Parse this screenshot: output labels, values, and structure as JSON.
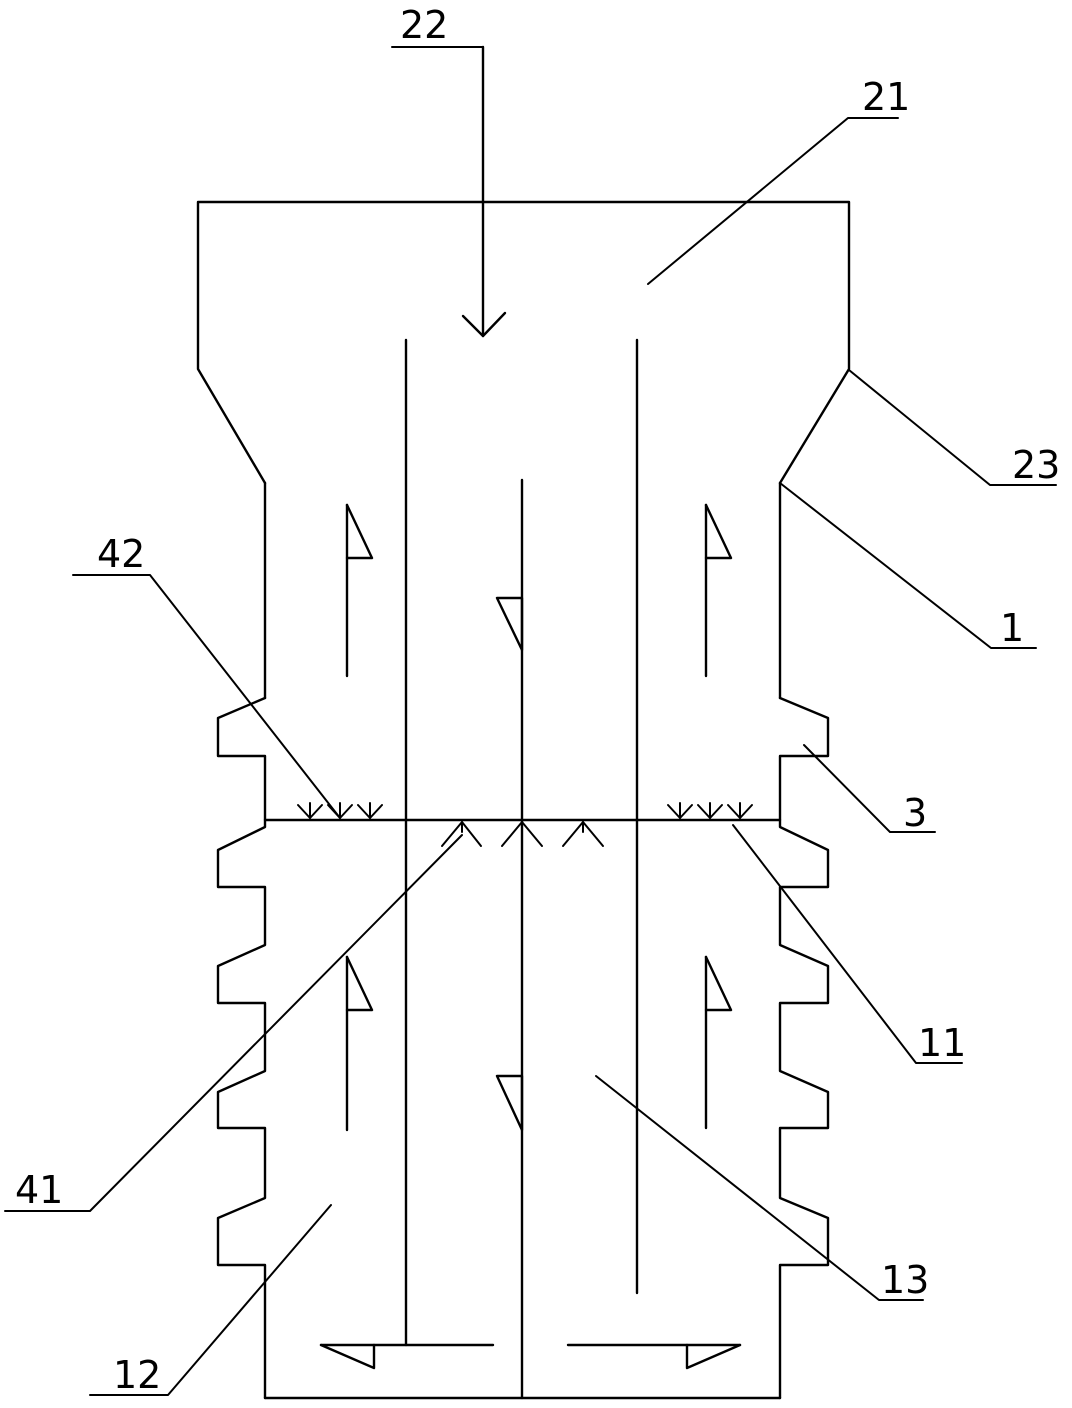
{
  "diagram": {
    "labels": {
      "l1": "1",
      "l3": "3",
      "l11": "11",
      "l12": "12",
      "l13": "13",
      "l21": "21",
      "l22": "22",
      "l23": "23",
      "l41": "41",
      "l42": "42"
    }
  }
}
